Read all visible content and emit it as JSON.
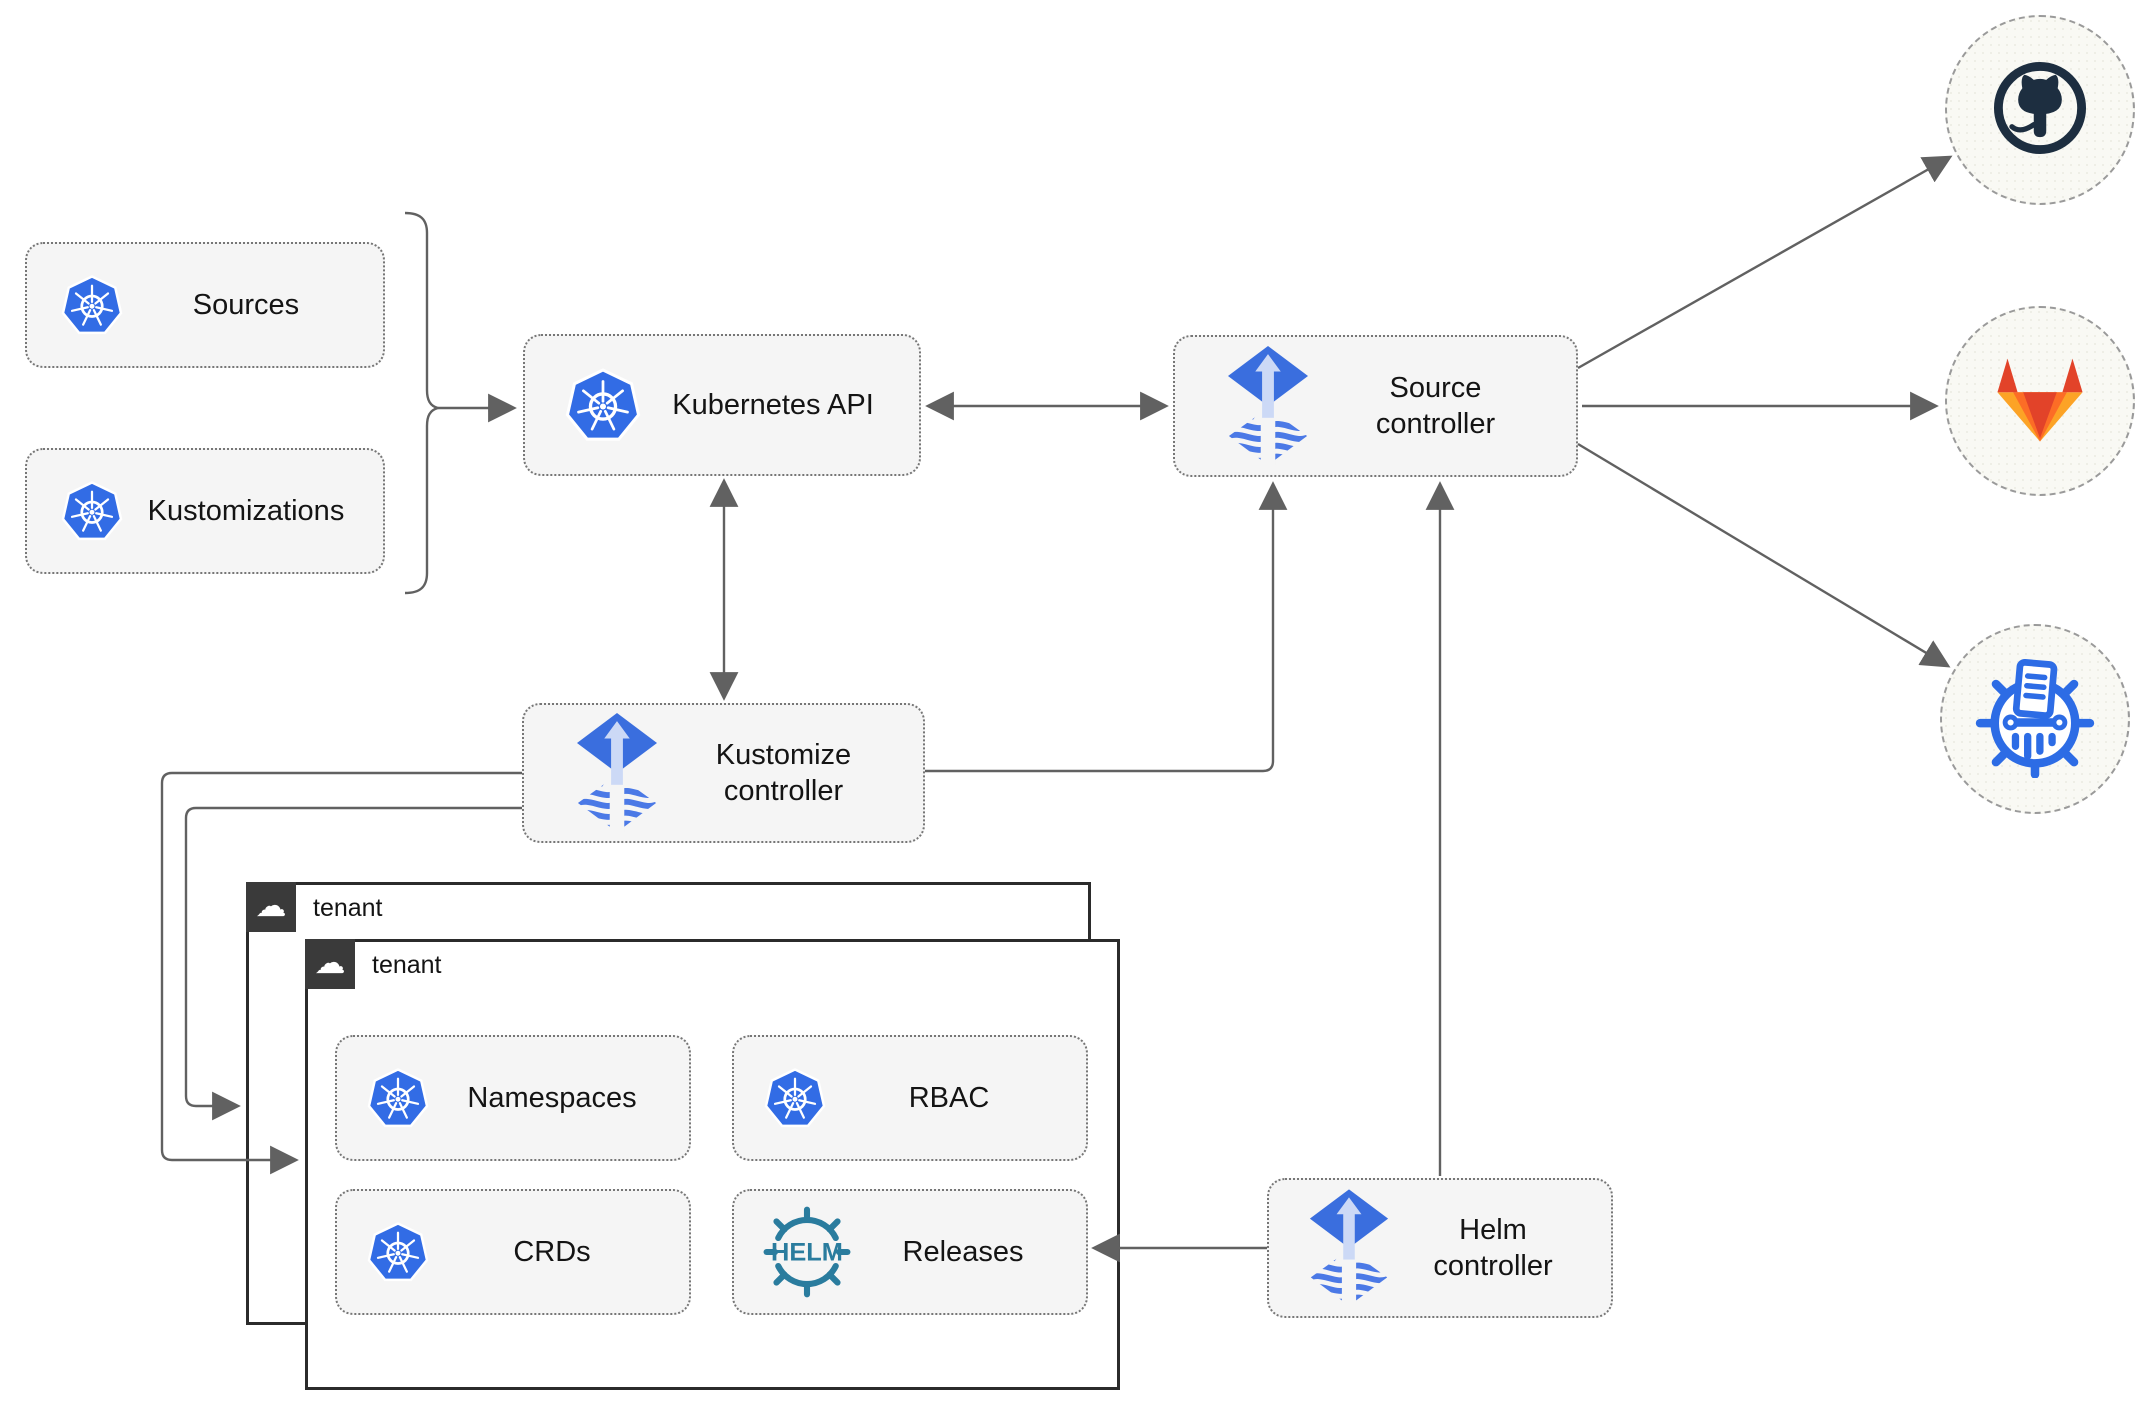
{
  "nodes": {
    "sources": {
      "label": "Sources"
    },
    "kustomizations": {
      "label": "Kustomizations"
    },
    "kubernetes_api": {
      "label": "Kubernetes API"
    },
    "source_controller": {
      "line1": "Source",
      "line2": "controller"
    },
    "kustomize_controller": {
      "line1": "Kustomize",
      "line2": "controller"
    },
    "helm_controller": {
      "line1": "Helm",
      "line2": "controller"
    },
    "namespaces": {
      "label": "Namespaces"
    },
    "rbac": {
      "label": "RBAC"
    },
    "crds": {
      "label": "CRDs"
    },
    "releases": {
      "label": "Releases",
      "logo_text": "HELM"
    }
  },
  "tenants": {
    "outer": {
      "label": "tenant"
    },
    "inner": {
      "label": "tenant"
    }
  },
  "icons": {
    "cloud_glyph": "☁",
    "kubernetes": "kubernetes-wheel-icon",
    "flux": "flux-diamond-icon",
    "helm": "helm-wheel-logo",
    "github": "github-octocat-icon",
    "gitlab": "gitlab-tanuki-icon",
    "bucket": "manifest-bucket-icon"
  },
  "colors": {
    "kubernetes_blue": "#326ce5",
    "flux_blue": "#3a6ede",
    "flux_light": "#ccd9f6",
    "helm_teal": "#2a7c9e",
    "github_dark": "#1d2e40",
    "gitlab_red": "#e24329",
    "gitlab_orange": "#fc6d26",
    "gitlab_amber": "#fca326",
    "connector_gray": "#616161",
    "node_fill": "#f5f5f5",
    "tenant_border": "#2b2b2b"
  }
}
